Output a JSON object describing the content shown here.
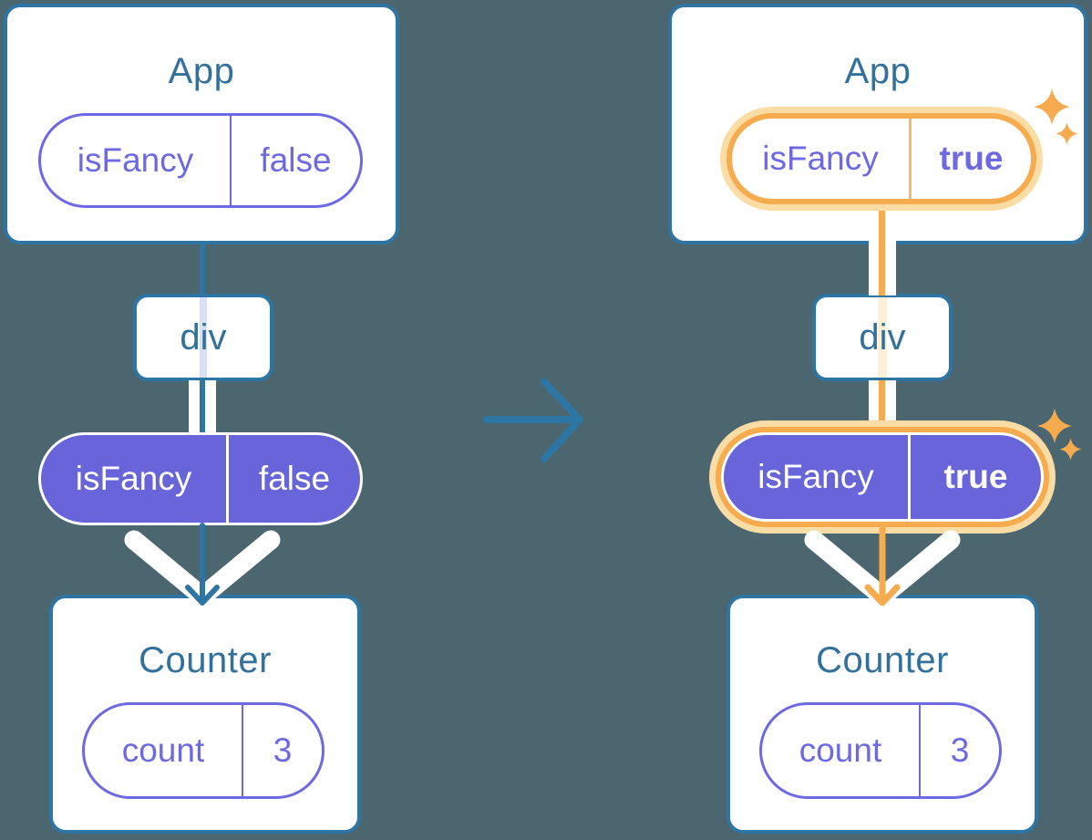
{
  "colors": {
    "background": "#4c6670",
    "tree_stroke_blue": "#2e75a4",
    "component_label_blue": "#31719c",
    "prop_purple": "#6d69e2",
    "prop_purple_fill": "#6765d9",
    "highlight_orange": "#f5ab4e",
    "highlight_orange_light": "#fbdca4",
    "highlight_orange_pale": "#fdf0d8",
    "pale_lavender": "#d9e0f6",
    "white": "#ffffff"
  },
  "before": {
    "app_title": "App",
    "app_prop_name": "isFancy",
    "app_prop_value": "false",
    "div_label": "div",
    "passed_prop_name": "isFancy",
    "passed_prop_value": "false",
    "counter_title": "Counter",
    "state_name": "count",
    "state_value": "3"
  },
  "after": {
    "app_title": "App",
    "app_prop_name": "isFancy",
    "app_prop_value": "true",
    "div_label": "div",
    "passed_prop_name": "isFancy",
    "passed_prop_value": "true",
    "counter_title": "Counter",
    "state_name": "count",
    "state_value": "3"
  }
}
